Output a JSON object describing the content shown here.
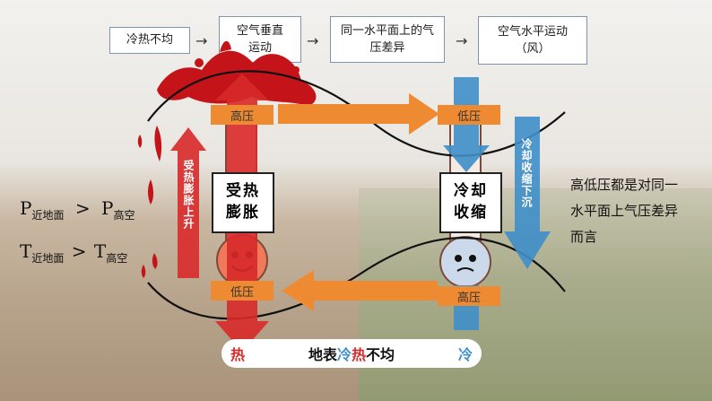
{
  "chain": {
    "step1": "冷热不均",
    "step2": "空气垂直运动",
    "step3": "同一水平面上的气压差异",
    "step4": "空气水平运动（风）",
    "arrow": "→"
  },
  "left_column": {
    "top_label": "高压",
    "bottom_label": "低压",
    "core": "受热膨胀",
    "side_text": "受热膨胀上升"
  },
  "right_column": {
    "top_label": "低压",
    "bottom_label": "高压",
    "core": "冷却收缩",
    "side_text": "冷却收缩下沉"
  },
  "formulas": {
    "p_lhs": "P",
    "p_lhs_sub": "近地面",
    "p_op": ">",
    "p_rhs": "P",
    "p_rhs_sub": "高空",
    "t_lhs": "T",
    "t_lhs_sub": "近地面",
    "t_op": ">",
    "t_rhs": "T",
    "t_rhs_sub": "高空"
  },
  "note": "高低压都是对同一水平面上气压差异而言",
  "bottom": {
    "hot": "热",
    "prefix": "地表",
    "cold_word": "冷",
    "hot_word": "热",
    "suffix": "不均",
    "cold": "冷"
  },
  "colors": {
    "red": "#d92a2a",
    "orange": "#ee8a32",
    "blue": "#3f8fc9",
    "dark_red": "#b3151a"
  }
}
